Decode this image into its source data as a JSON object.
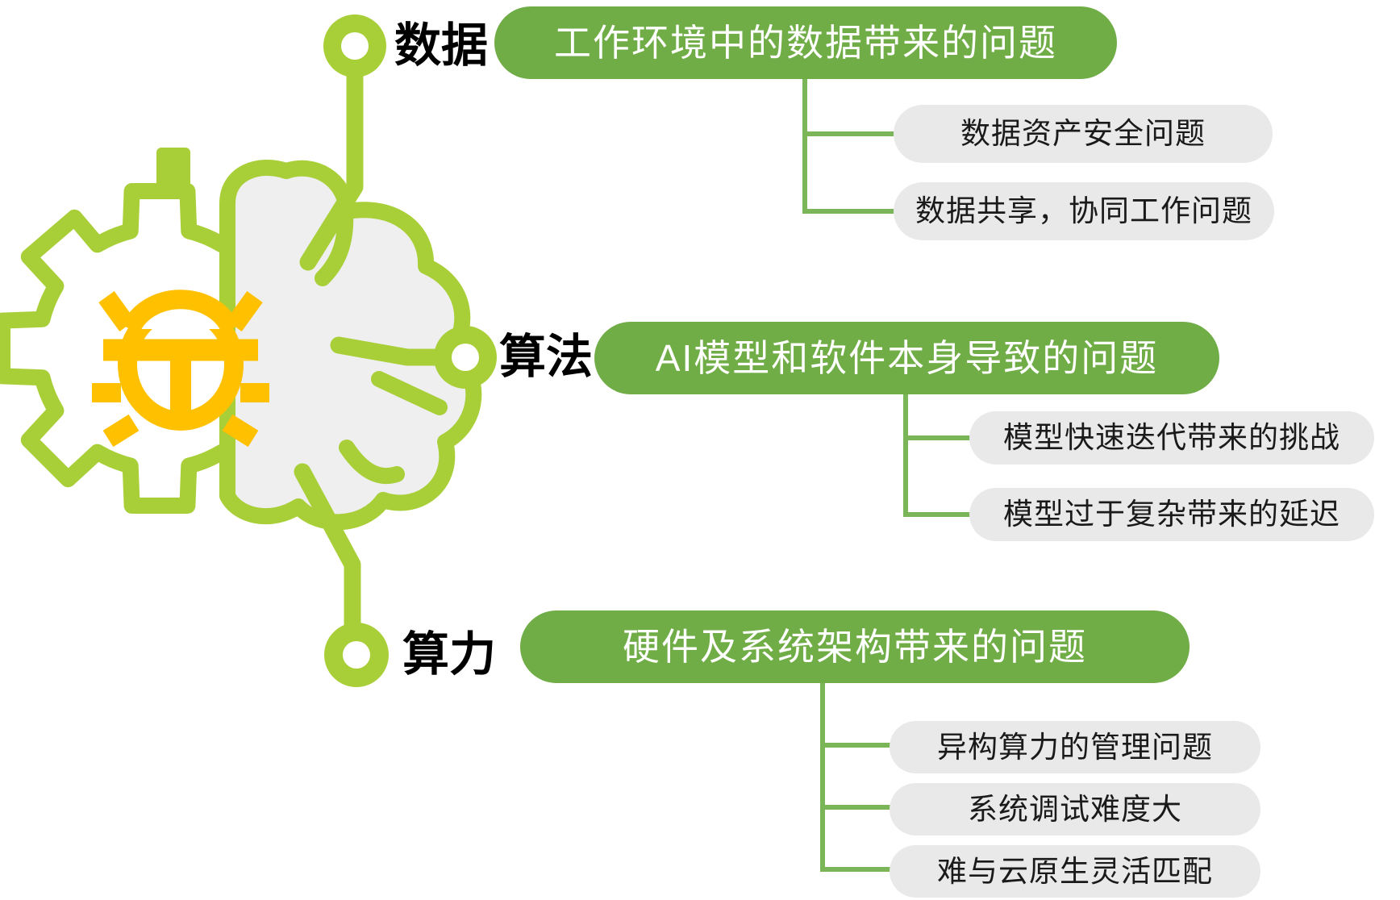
{
  "diagram": {
    "type": "mindmap",
    "theme_colors": {
      "lime": "#a9cf38",
      "pill_green": "#70ad47",
      "connector_green": "#7ab558",
      "subtopic_gray": "#e9e9e9",
      "bug_yellow": "#ffc000",
      "brain_fill": "#efefef",
      "label_black": "#000000",
      "pill_text_white": "#ffffff"
    },
    "icon": "gear-brain-bug-icon"
  },
  "branches": [
    {
      "label": "数据",
      "pill": "工作环境中的数据带来的问题",
      "children": [
        "数据资产安全问题",
        "数据共享，协同工作问题"
      ]
    },
    {
      "label": "算法",
      "pill": "AI模型和软件本身导致的问题",
      "children": [
        "模型快速迭代带来的挑战",
        "模型过于复杂带来的延迟"
      ]
    },
    {
      "label": "算力",
      "pill": "硬件及系统架构带来的问题",
      "children": [
        "异构算力的管理问题",
        "系统调试难度大",
        "难与云原生灵活匹配"
      ]
    }
  ]
}
